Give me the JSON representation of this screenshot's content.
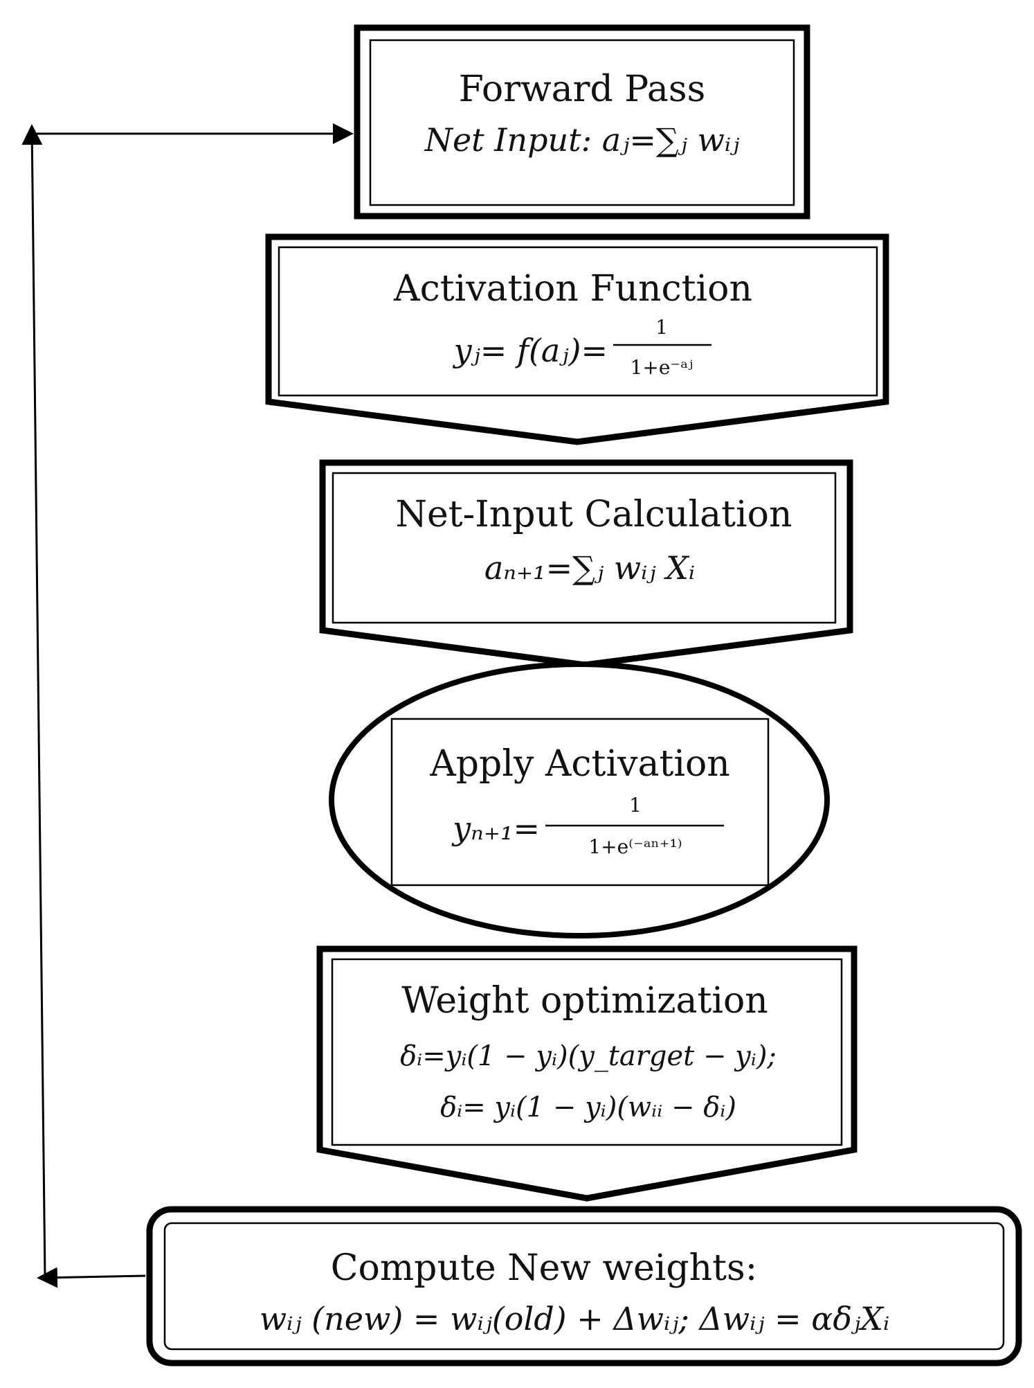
{
  "steps": {
    "forward_pass": {
      "title": "Forward Pass",
      "formula": "Net Input: aⱼ=∑ⱼ wᵢⱼ"
    },
    "activation_function": {
      "title": "Activation Function",
      "formula_lhs": "yⱼ= f(aⱼ)=",
      "numerator": "1",
      "denominator": "1+e⁻ᵃʲ"
    },
    "net_input_calculation": {
      "title": "Net-Input Calculation",
      "formula": "aₙ₊₁=∑ⱼ wᵢⱼ  Xᵢ"
    },
    "apply_activation": {
      "title": "Apply Activation",
      "formula_lhs": "yₙ₊₁=",
      "numerator": "1",
      "denominator": "1+e⁽⁻ᵃⁿ⁺¹⁾"
    },
    "weight_optimization": {
      "title": "Weight optimization",
      "formula_1": "δᵢ=yᵢ(1 − yᵢ)(y_target − yᵢ);",
      "formula_2": "δᵢ= yᵢ(1 − yᵢ)(wᵢᵢ − δᵢ)"
    },
    "compute_new_weights": {
      "title": "Compute New weights:",
      "formula": "wᵢⱼ (new) =  wᵢⱼ(old) + Δwᵢⱼ; Δwᵢⱼ =  αδⱼXᵢ"
    }
  }
}
